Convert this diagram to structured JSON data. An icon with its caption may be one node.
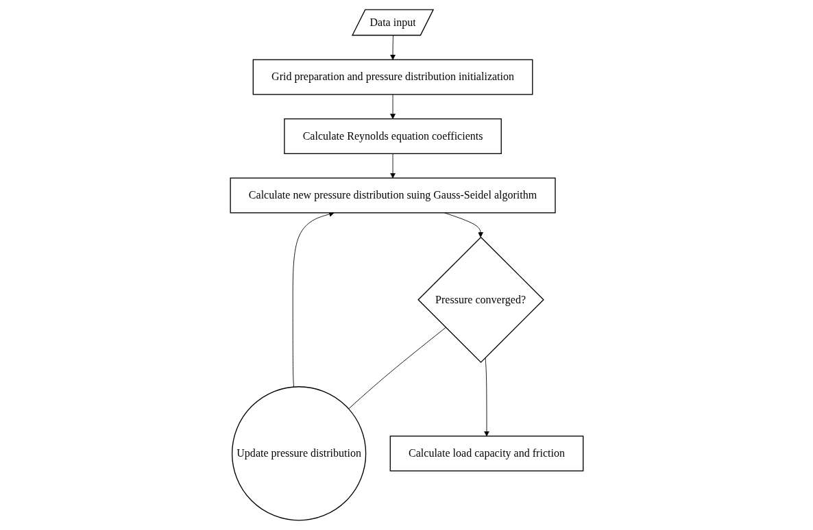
{
  "diagram": {
    "nodes": [
      {
        "text": [
          "Data input"
        ]
      },
      {
        "text": [
          "Grid preparation and pressure distribution initialization"
        ]
      },
      {
        "text": [
          "Calculate Reynolds equation coefficients"
        ]
      },
      {
        "text": [
          "Calculate new pressure distribution suing Gauss-Seidel algorithm"
        ]
      },
      {
        "text": [
          "Pressure converged?"
        ]
      },
      {
        "text": [
          "Update pressure distribution"
        ]
      },
      {
        "text": [
          "Calculate load capacity and friction"
        ]
      }
    ],
    "edges": [
      {
        "from": 0,
        "to": 1,
        "arrow": "to"
      },
      {
        "from": 1,
        "to": 2,
        "arrow": "to"
      },
      {
        "from": 2,
        "to": 3,
        "arrow": "to"
      },
      {
        "from": 3,
        "to": 4,
        "arrow": "to"
      },
      {
        "from": 4,
        "to": 5,
        "arrow": "none"
      },
      {
        "from": 5,
        "to": 3,
        "arrow": "to"
      },
      {
        "from": 4,
        "to": 6,
        "arrow": "to"
      }
    ]
  }
}
